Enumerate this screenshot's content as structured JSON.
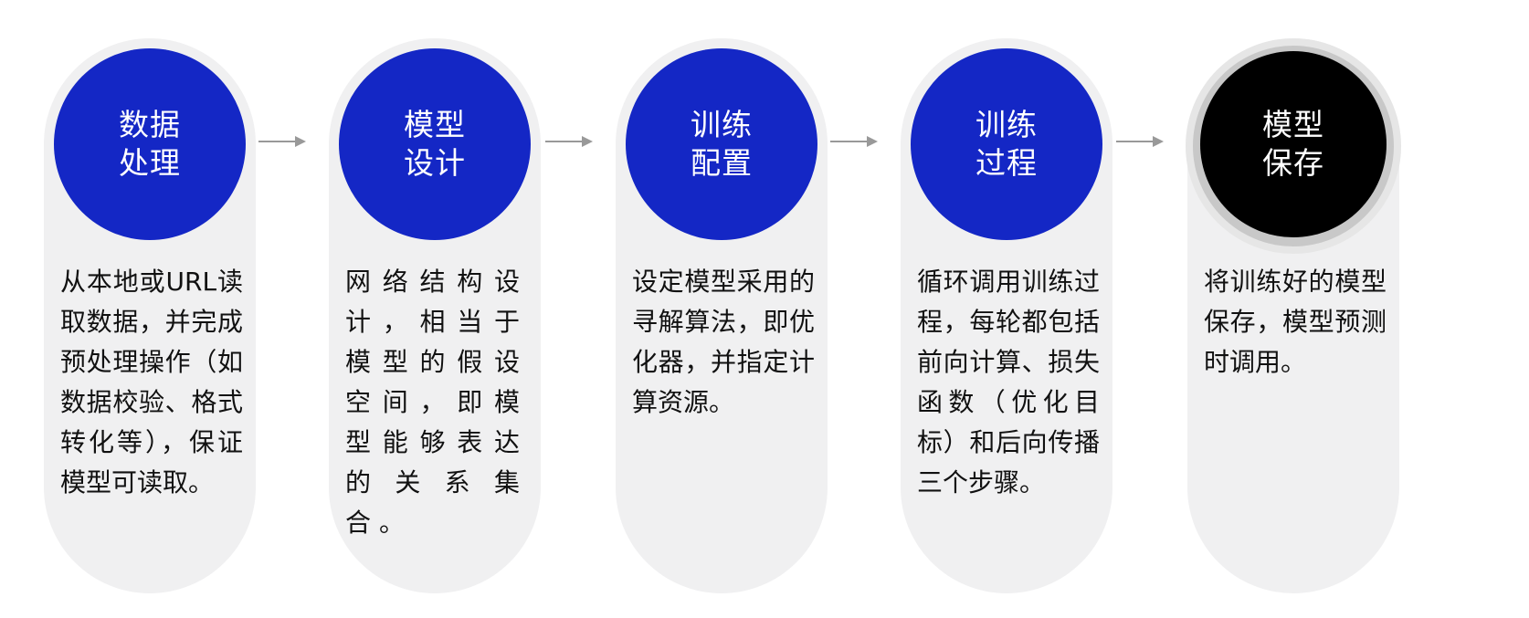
{
  "diagram": {
    "colors": {
      "step_fill": "#1427c5",
      "final_fill": "#000000",
      "card_bg": "#f0f0f1",
      "arrow": "#999999",
      "text": "#111111"
    },
    "steps": [
      {
        "title_line1": "数据",
        "title_line2": "处理",
        "description": "从本地或URL读取数据，并完成预处理操作（如数据校验、格式转化等），保证模型可读取。"
      },
      {
        "title_line1": "模型",
        "title_line2": "设计",
        "description": "网络结构设计，相当于模型的假设空间，即模型能够表达的关系集合。"
      },
      {
        "title_line1": "训练",
        "title_line2": "配置",
        "description": "设定模型采用的寻解算法，即优化器，并指定计算资源。"
      },
      {
        "title_line1": "训练",
        "title_line2": "过程",
        "description": "循环调用训练过程，每轮都包括前向计算、损失函数（优化目标）和后向传播三个步骤。"
      },
      {
        "title_line1": "模型",
        "title_line2": "保存",
        "description": "将训练好的模型保存，模型预测时调用。"
      }
    ],
    "arrow_icon": "right-arrow-icon"
  }
}
